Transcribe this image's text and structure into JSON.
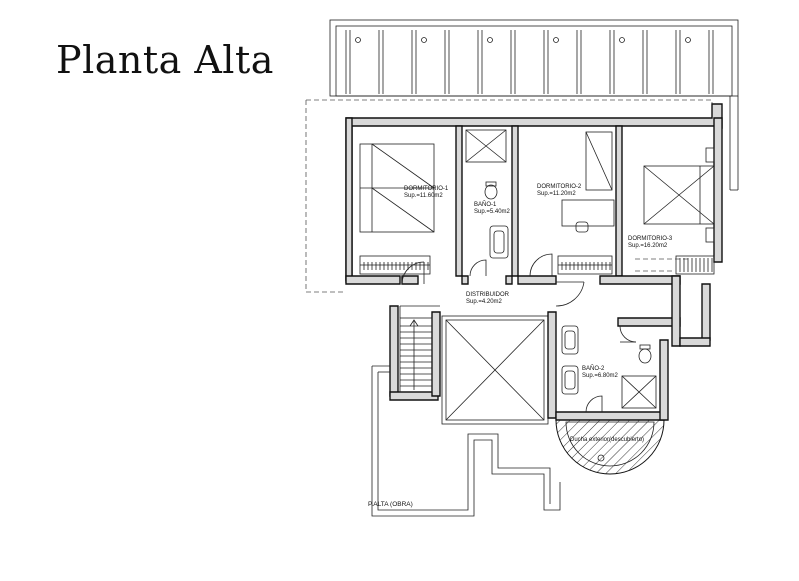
{
  "title": "Planta Alta",
  "rooms": [
    {
      "id": "dormitorio-1",
      "name": "DORMITORIO-1",
      "area": "Sup.=11.60m2"
    },
    {
      "id": "bano-1",
      "name": "BAÑO-1",
      "area": "Sup.=5.40m2"
    },
    {
      "id": "dormitorio-2",
      "name": "DORMITORIO-2",
      "area": "Sup.=11.20m2"
    },
    {
      "id": "dormitorio-3",
      "name": "DORMITORIO-3",
      "area": "Sup.=16.20m2"
    },
    {
      "id": "distribuidor",
      "name": "DISTRIBUIDOR",
      "area": "Sup.=4.20m2"
    },
    {
      "id": "bano-2",
      "name": "BAÑO-2",
      "area": "Sup.=6.80m2"
    }
  ],
  "annotations": {
    "ducha": "Ducha exterior(descubierto)",
    "plan_label": "P.ALTA (OBRA)"
  }
}
